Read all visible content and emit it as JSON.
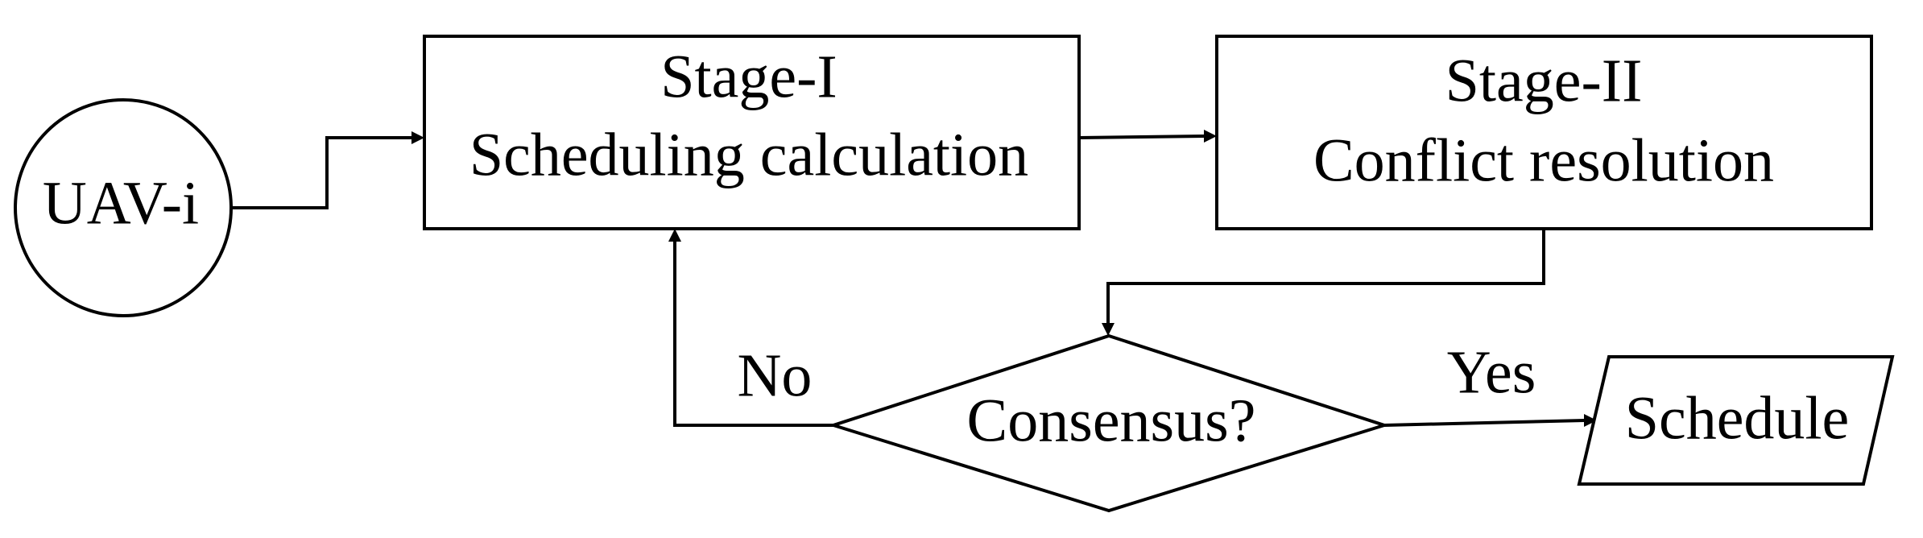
{
  "nodes": {
    "uav": {
      "label": "UAV-i"
    },
    "stage1": {
      "line1": "Stage-I",
      "line2": "Scheduling calculation"
    },
    "stage2": {
      "line1": "Stage-II",
      "line2": "Conflict resolution"
    },
    "decision": {
      "label": "Consensus?"
    },
    "output": {
      "label": "Schedule"
    }
  },
  "edges": {
    "no_label": "No",
    "yes_label": "Yes"
  }
}
